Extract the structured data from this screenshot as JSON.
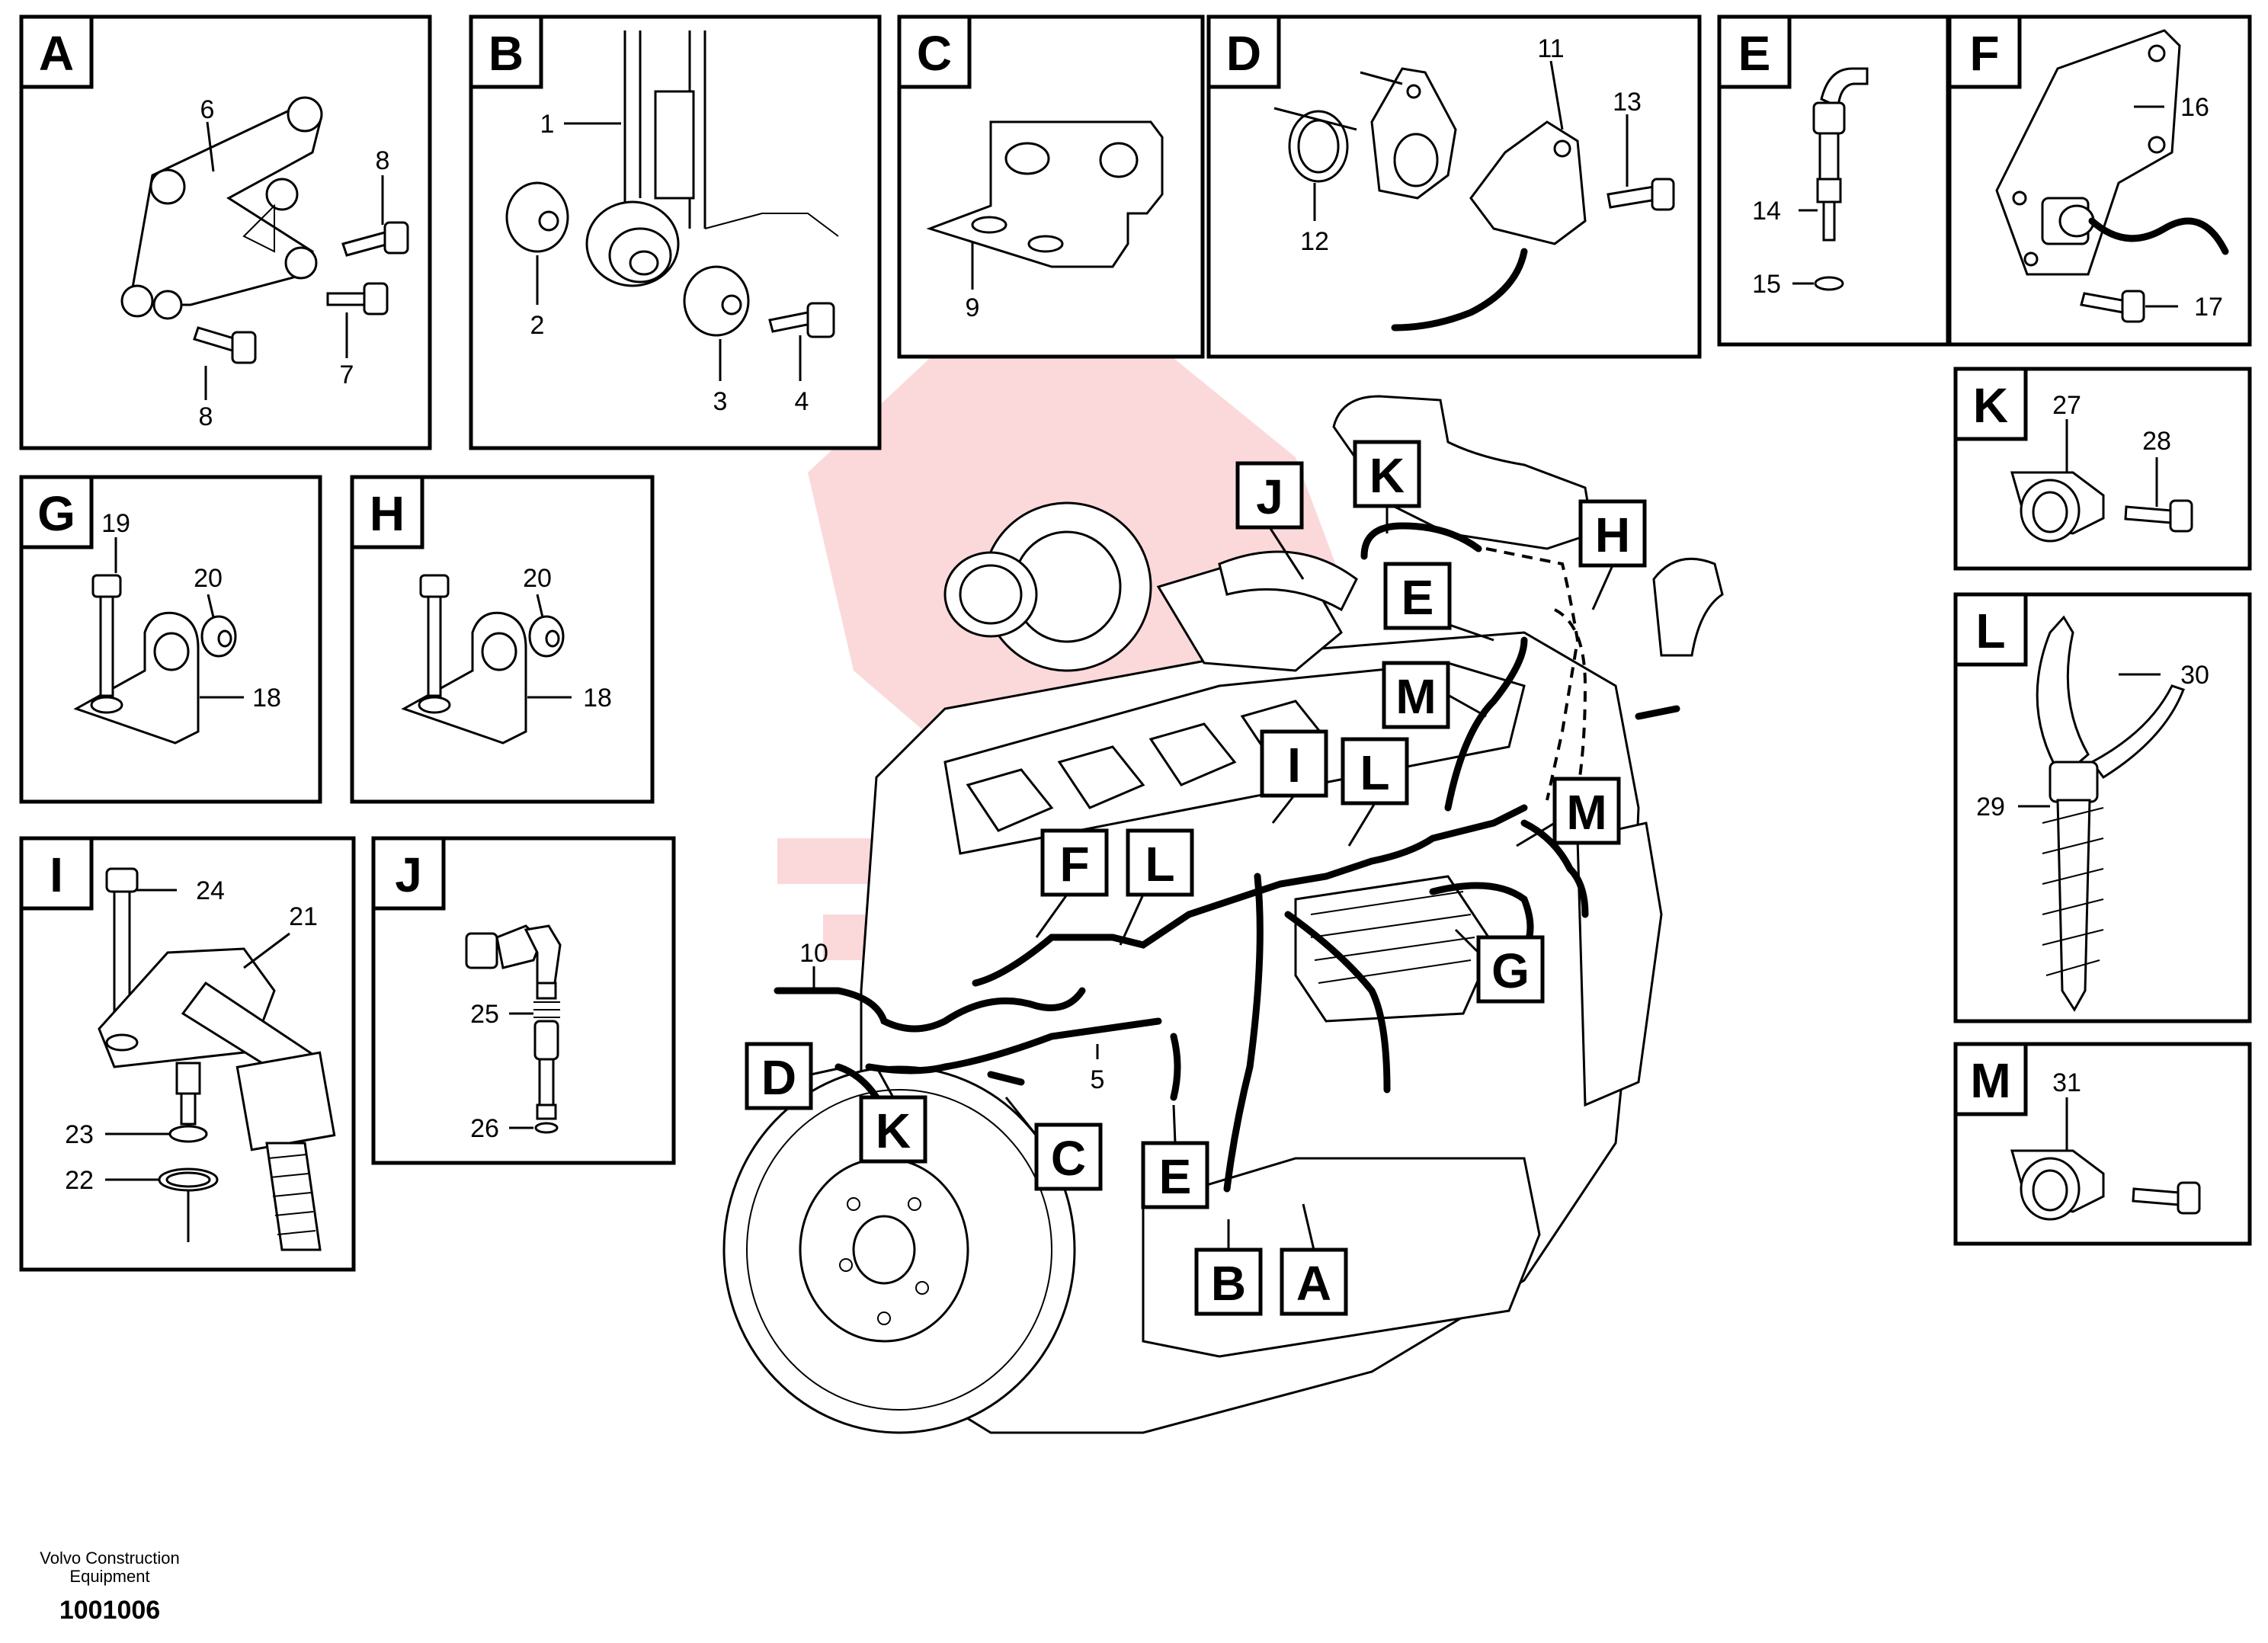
{
  "panels": [
    {
      "letter": "A",
      "callouts": [
        "6",
        "8",
        "7",
        "8"
      ]
    },
    {
      "letter": "B",
      "callouts": [
        "1",
        "2",
        "3",
        "4"
      ]
    },
    {
      "letter": "C",
      "callouts": [
        "9"
      ]
    },
    {
      "letter": "D",
      "callouts": [
        "11",
        "13",
        "12"
      ]
    },
    {
      "letter": "E",
      "callouts": [
        "14",
        "15"
      ]
    },
    {
      "letter": "F",
      "callouts": [
        "16",
        "17"
      ]
    },
    {
      "letter": "G",
      "callouts": [
        "19",
        "20",
        "18"
      ]
    },
    {
      "letter": "H",
      "callouts": [
        "20",
        "18"
      ]
    },
    {
      "letter": "I",
      "callouts": [
        "24",
        "21",
        "23",
        "22"
      ]
    },
    {
      "letter": "J",
      "callouts": [
        "25",
        "26"
      ]
    },
    {
      "letter": "K",
      "callouts": [
        "27",
        "28"
      ]
    },
    {
      "letter": "L",
      "callouts": [
        "30",
        "29"
      ]
    },
    {
      "letter": "M",
      "callouts": [
        "31"
      ]
    }
  ],
  "engine_tags": [
    "J",
    "K",
    "E",
    "H",
    "M",
    "I",
    "L",
    "M",
    "F",
    "L",
    "G",
    "D",
    "K",
    "C",
    "E",
    "B",
    "A"
  ],
  "engine_callouts": [
    "10",
    "5"
  ],
  "footer": {
    "brand_line1": "Volvo Construction",
    "brand_line2": "Equipment",
    "drawing_number": "1001006"
  }
}
